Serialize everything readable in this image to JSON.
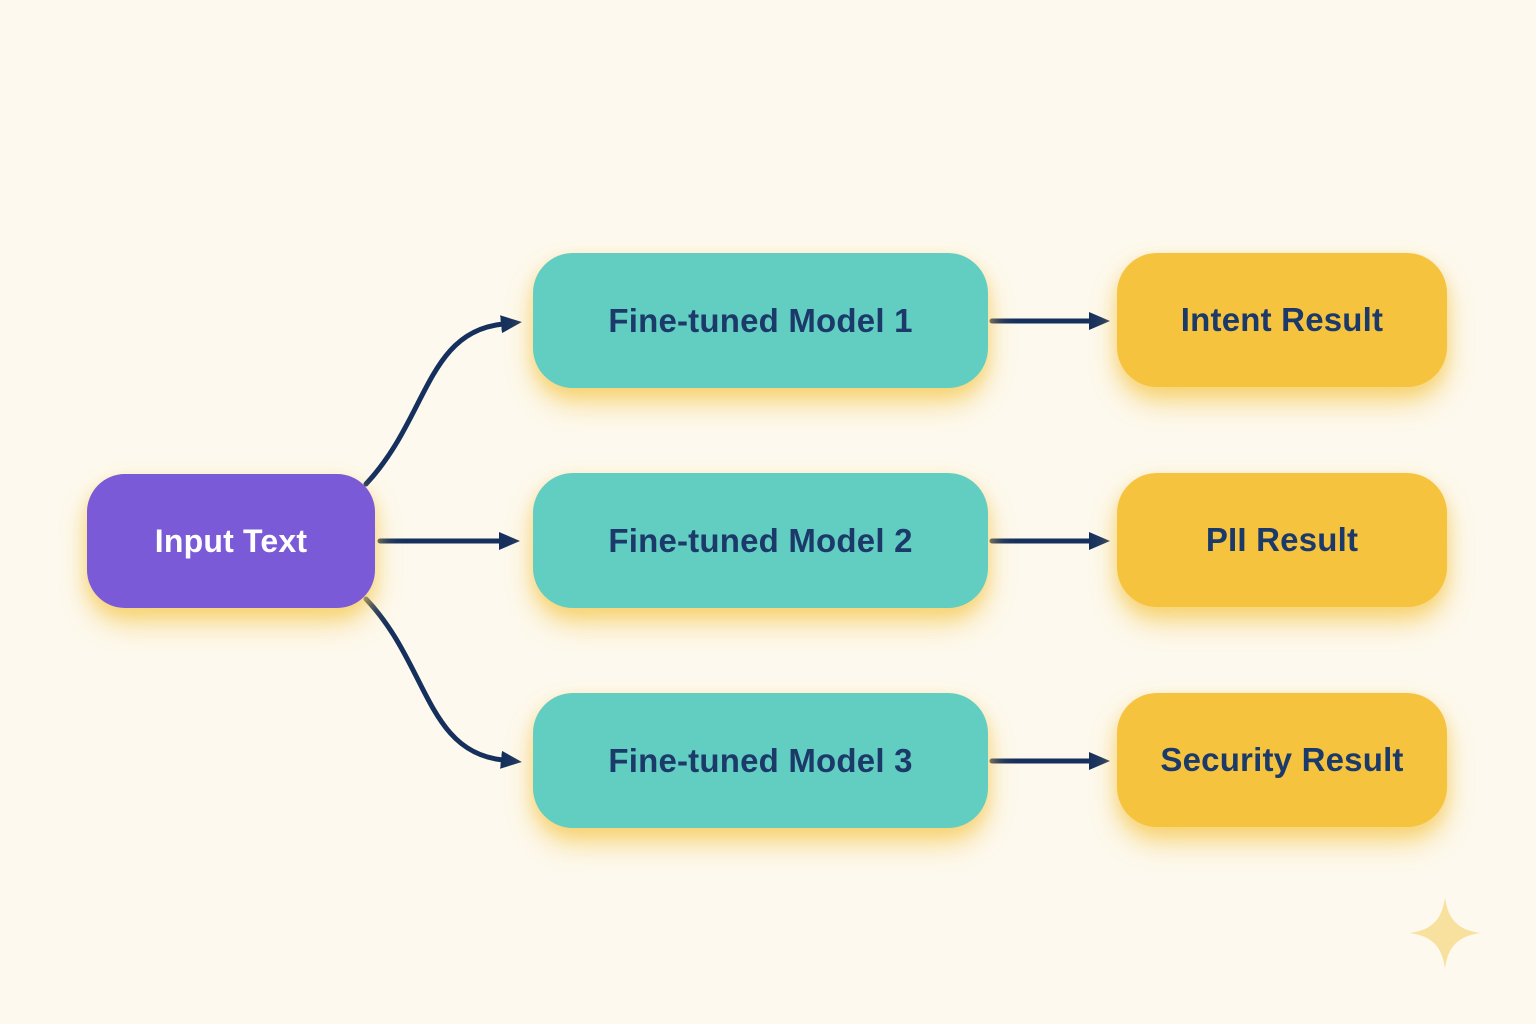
{
  "colors": {
    "background": "#FDF9EE",
    "input_fill": "#7A5AD6",
    "model_fill": "#61CEC1",
    "result_fill": "#F6C33F",
    "text_dark": "#1C3A69",
    "text_light": "#FFFFFF",
    "arrow": "#16305D",
    "sparkle": "#F8E19E"
  },
  "nodes": {
    "input": {
      "label": "Input Text"
    },
    "models": [
      {
        "label": "Fine-tuned Model 1"
      },
      {
        "label": "Fine-tuned Model 2"
      },
      {
        "label": "Fine-tuned Model 3"
      }
    ],
    "results": [
      {
        "label": "Intent Result"
      },
      {
        "label": "PII Result"
      },
      {
        "label": "Security Result"
      }
    ]
  },
  "edges": [
    {
      "from": "input-text",
      "to": "fine-tuned-model-1"
    },
    {
      "from": "input-text",
      "to": "fine-tuned-model-2"
    },
    {
      "from": "input-text",
      "to": "fine-tuned-model-3"
    },
    {
      "from": "fine-tuned-model-1",
      "to": "intent-result"
    },
    {
      "from": "fine-tuned-model-2",
      "to": "pii-result"
    },
    {
      "from": "fine-tuned-model-3",
      "to": "security-result"
    }
  ],
  "icons": {
    "sparkle": "four-point-star"
  }
}
